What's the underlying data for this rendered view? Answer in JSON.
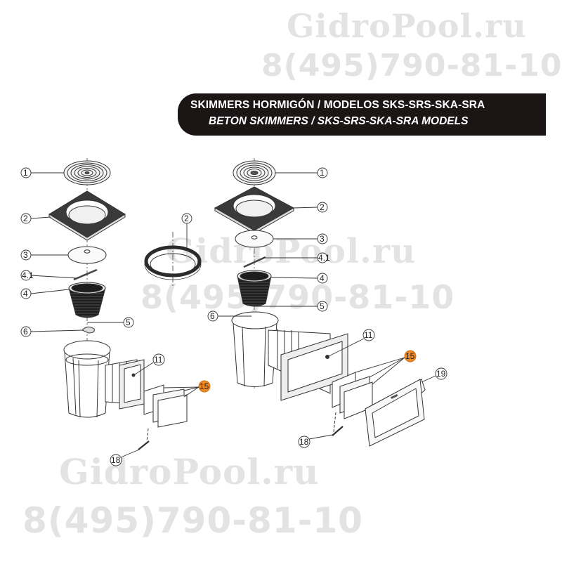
{
  "watermarks": {
    "site": "GidroPool.ru",
    "phone": "8(495)790-81-10"
  },
  "banner": {
    "title_es": "SKIMMERS HORMIGÓN / MODELOS SKS-SRS-SKA-SRA",
    "title_en": "BETON SKIMMERS  / SKS-SRS-SKA-SRA MODELS",
    "background": "#1b1515",
    "text_color": "#ffffff"
  },
  "highlight_color": "#f08a24",
  "diagrams": [
    {
      "name": "standard-mouth-skimmer",
      "callouts": [
        {
          "id": "1",
          "part": "lid"
        },
        {
          "id": "2",
          "part": "square-frame"
        },
        {
          "id": "3",
          "part": "regulator-disc"
        },
        {
          "id": "4.1",
          "part": "basket-handle"
        },
        {
          "id": "4",
          "part": "basket"
        },
        {
          "id": "5",
          "part": "screw"
        },
        {
          "id": "6",
          "part": "float-valve"
        },
        {
          "id": "11",
          "part": "skimmer-body"
        },
        {
          "id": "15",
          "part": "flap-weir",
          "highlighted": true
        },
        {
          "id": "18",
          "part": "axis-pin"
        }
      ]
    },
    {
      "name": "round-frame-option",
      "callouts": [
        {
          "id": "2",
          "part": "round-frame"
        }
      ]
    },
    {
      "name": "wide-mouth-skimmer",
      "callouts": [
        {
          "id": "1",
          "part": "lid"
        },
        {
          "id": "2",
          "part": "square-frame"
        },
        {
          "id": "3",
          "part": "regulator-disc"
        },
        {
          "id": "4.1",
          "part": "basket-handle"
        },
        {
          "id": "4",
          "part": "basket"
        },
        {
          "id": "5",
          "part": "screw"
        },
        {
          "id": "6",
          "part": "float-valve"
        },
        {
          "id": "11",
          "part": "skimmer-body"
        },
        {
          "id": "15",
          "part": "flap-weir",
          "highlighted": true
        },
        {
          "id": "18",
          "part": "axis-pin"
        },
        {
          "id": "19",
          "part": "mouth-trim-frame"
        }
      ]
    }
  ]
}
